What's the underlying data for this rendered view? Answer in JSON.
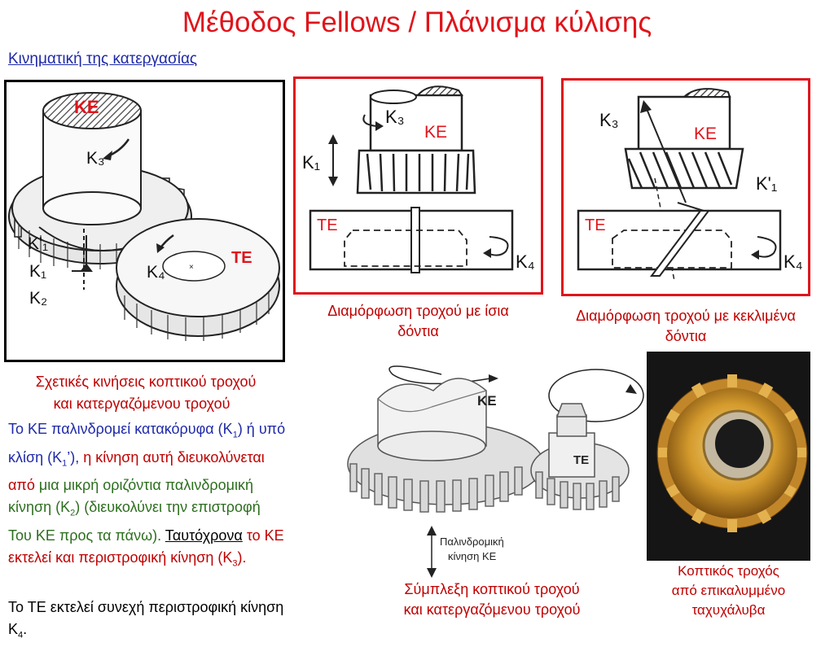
{
  "title": "Μέθοδος Fellows / Πλάνισμα κύλισης",
  "subtitle": "Κινηματική της κατεργασίας",
  "left_panel": {
    "labels": {
      "ke": "ΚΕ",
      "te": "ΤΕ",
      "k3": "Κ₃",
      "k4": "Κ₄",
      "k1p": "Κ'₁",
      "k1": "Κ₁",
      "k2": "Κ₂"
    }
  },
  "mid_panel": {
    "labels": {
      "k3": "Κ₃",
      "ke": "ΚΕ",
      "k1": "Κ₁",
      "te": "ΤΕ",
      "k4": "Κ₄"
    },
    "caption_line1": "Διαμόρφωση τροχού με ίσια",
    "caption_line2": "δόντια"
  },
  "right_panel": {
    "labels": {
      "k3": "Κ₃",
      "ke": "ΚΕ",
      "k1p": "Κ'₁",
      "te": "ΤΕ",
      "k4": "Κ₄"
    },
    "caption_line1": "Διαμόρφωση τροχού με κεκλιμένα",
    "caption_line2": "δόντια"
  },
  "bottom_center": {
    "labels": {
      "ke": "ΚΕ",
      "te": "ΤΕ",
      "motion_line1": "Παλινδρομική",
      "motion_line2": "κίνηση ΚΕ"
    },
    "caption_line1": "Σύμπλεξη κοπτικού τροχού",
    "caption_line2": "και κατεργαζόμενου τροχού"
  },
  "photo": {
    "caption_line1": "Κοπτικός τροχός",
    "caption_line2": "από επικαλυμμένο",
    "caption_line3": "ταχυχάλυβα"
  },
  "left_text": {
    "heading_line1": "Σχετικές κινήσεις κοπτικού τροχού",
    "heading_line2": "και κατεργαζόμενου τροχού",
    "p1_a": "Το ΚΕ παλινδρομεί κατακόρυφα (Κ",
    "p1_sub1": "1",
    "p1_b": ") ή υπό",
    "p2_a": "κλίση (Κ",
    "p2_sub": "1",
    "p2_b": "’), ",
    "p2_red": "η κίνηση αυτή διευκολύνεται",
    "p3_red": "από",
    "p3_green": " μια μικρή οριζόντια παλινδρομική",
    "p4_a": "κίνηση (Κ",
    "p4_sub": "2",
    "p4_b": ") (διευκολύνει την  επιστροφή",
    "p5_a": "Του ΚΕ προς τα πάνω). ",
    "p5_u": "Ταυτόχρονα",
    "p5_red": " το ΚΕ",
    "p6_a": "εκτελεί  και περιστροφική κίνηση (Κ",
    "p6_sub": "3",
    "p6_b": ").",
    "p7_a": "Το ΤΕ εκτελεί συνεχή περιστροφική κίνηση",
    "p8_a": "Κ",
    "p8_sub": "4",
    "p8_b": "."
  }
}
